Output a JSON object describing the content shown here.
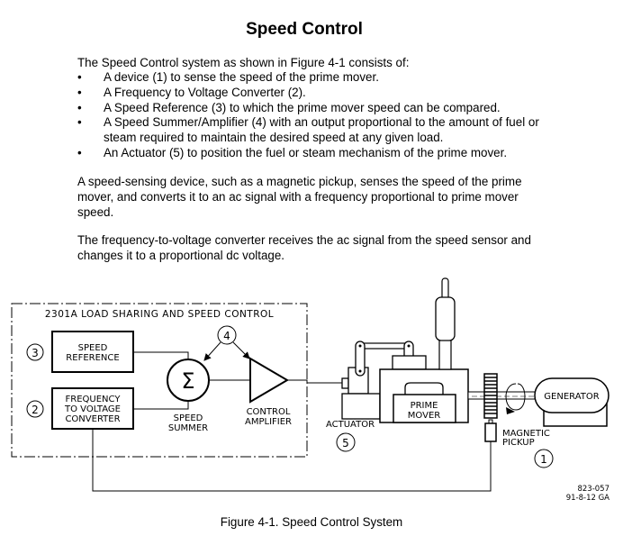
{
  "title": "Speed Control",
  "intro": "The Speed Control system as shown in Figure 4-1 consists of:",
  "bullet_glyph": "•",
  "bullets": [
    "A device (1) to sense the speed of the prime mover.",
    "A Frequency to Voltage Converter (2).",
    "A Speed Reference (3) to which the prime mover speed can be compared.",
    "A Speed Summer/Amplifier (4) with an output proportional to the amount of fuel or steam required to maintain the desired speed at any given load.",
    "An Actuator (5) to position the fuel or steam mechanism of the prime mover."
  ],
  "paragraphs": [
    "A speed-sensing device, such as a magnetic pickup, senses the speed of the prime mover, and converts it to an ac signal with a frequency proportional to prime mover speed.",
    "The frequency-to-voltage converter receives the ac signal from the speed sensor and changes it to a proportional dc voltage."
  ],
  "diagram": {
    "enclosure_label": "2301A LOAD SHARING AND SPEED CONTROL",
    "speed_reference": [
      "SPEED",
      "REFERENCE"
    ],
    "f2v_converter": [
      "FREQUENCY",
      "TO  VOLTAGE",
      "CONVERTER"
    ],
    "summer_symbol": "Σ",
    "speed_summer": [
      "SPEED",
      "SUMMER"
    ],
    "control_amplifier": [
      "CONTROL",
      "AMPLIFIER"
    ],
    "actuator": "ACTUATOR",
    "prime_mover": [
      "PRIME",
      "MOVER"
    ],
    "generator": "GENERATOR",
    "magnetic_pickup": [
      "MAGNETIC",
      "PICKUP"
    ],
    "callouts": {
      "one": "1",
      "two": "2",
      "three": "3",
      "four": "4",
      "five": "5"
    },
    "drawing_number": [
      "823-057",
      "91-8-12 GA"
    ]
  },
  "caption": "Figure 4-1. Speed Control System"
}
